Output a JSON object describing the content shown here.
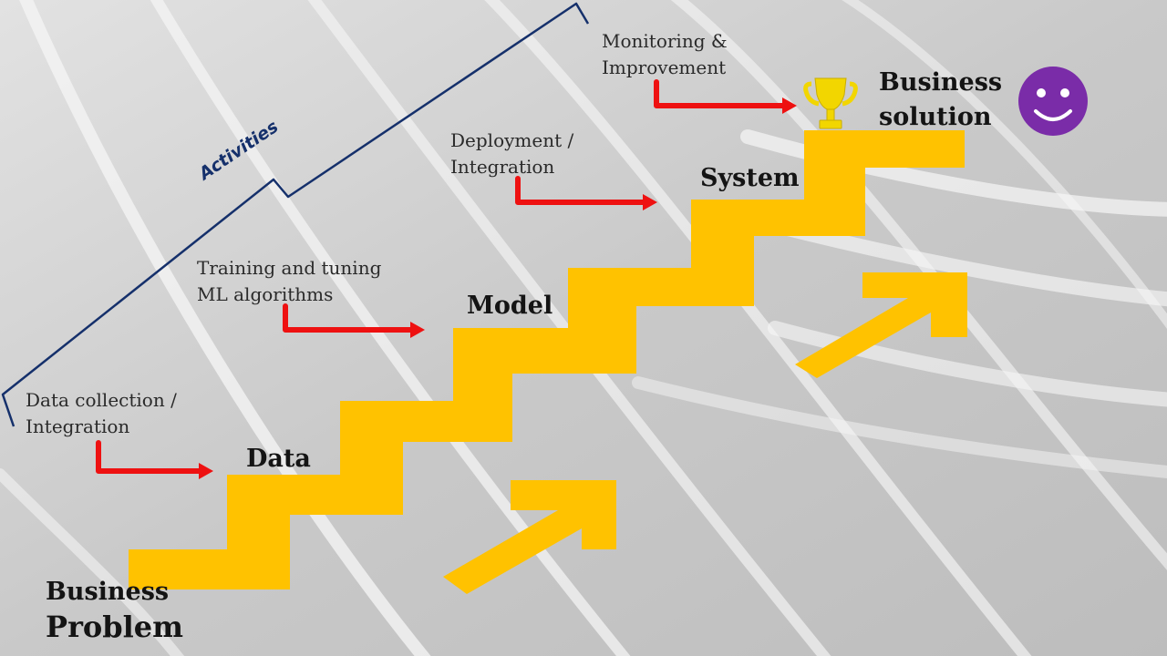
{
  "diagram": {
    "start_label_line1": "Business",
    "start_label_line2": "Problem",
    "steps": [
      {
        "name": "Data",
        "activity_line1": "Data collection /",
        "activity_line2": "Integration"
      },
      {
        "name": "Model",
        "activity_line1": "Training and tuning",
        "activity_line2": "ML algorithms"
      },
      {
        "name": "System",
        "activity_line1": "Deployment /",
        "activity_line2": "Integration"
      }
    ],
    "final_activity_line1": "Monitoring &",
    "final_activity_line2": "Improvement",
    "goal_label_line1": "Business",
    "goal_label_line2": "solution",
    "bracket_label": "Activities",
    "icons": [
      "trophy-icon",
      "smiley-icon",
      "up-right-arrow-icon",
      "red-elbow-arrow-icon"
    ]
  },
  "colors": {
    "stair": "#ffc200",
    "red_arrow": "#ee1111",
    "bracket": "#15306b",
    "trophy": "#f2d600",
    "smiley": "#7a2ca8",
    "title_text": "#141414"
  }
}
